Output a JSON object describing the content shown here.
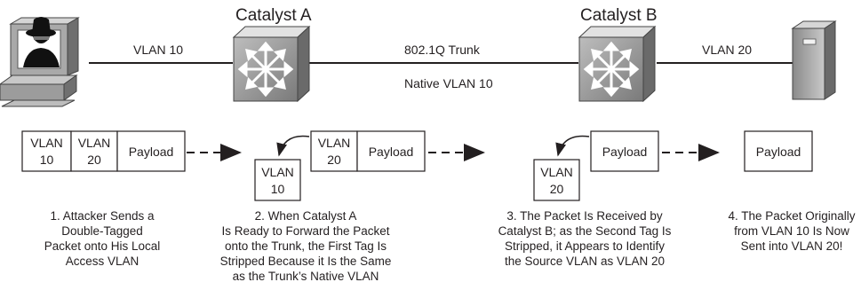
{
  "devices": {
    "catalyst_a": "Catalyst A",
    "catalyst_b": "Catalyst B"
  },
  "links": {
    "attacker_link": "VLAN 10",
    "trunk": "802.1Q Trunk",
    "native_vlan": "Native VLAN 10",
    "victim_link": "VLAN 20"
  },
  "frames": {
    "step1": {
      "tag1": [
        "VLAN",
        "10"
      ],
      "tag2": [
        "VLAN",
        "20"
      ],
      "payload": "Payload"
    },
    "step2": {
      "stripped": [
        "VLAN",
        "10"
      ],
      "tag": [
        "VLAN",
        "20"
      ],
      "payload": "Payload"
    },
    "step3": {
      "stripped": [
        "VLAN",
        "20"
      ],
      "payload": "Payload"
    },
    "step4": {
      "payload": "Payload"
    }
  },
  "captions": {
    "step1": [
      "1. Attacker Sends a",
      "Double-Tagged",
      "Packet onto His Local",
      "Access VLAN"
    ],
    "step2": [
      "2. When Catalyst A",
      "Is Ready to Forward the Packet",
      "onto the Trunk, the First Tag Is",
      "Stripped Because it Is the Same",
      "as the Trunk’s Native VLAN"
    ],
    "step3": [
      "3. The Packet Is Received by",
      "Catalyst B; as the Second Tag Is",
      "Stripped, it Appears to Identify",
      "the Source VLAN as VLAN 20"
    ],
    "step4": [
      "4. The Packet Originally",
      "from VLAN 10 Is Now",
      "Sent into VLAN 20!"
    ]
  }
}
